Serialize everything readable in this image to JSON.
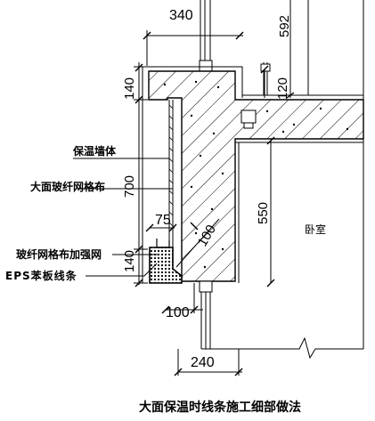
{
  "title": "大面保温时线条施工细部做法",
  "room_label": "卧室",
  "callouts": {
    "insulation_wall": "保温墙体",
    "fiberglass_mesh": "大面玻纤网格布",
    "mesh_reinforcement": "玻纤网格布加强网",
    "eps_trim": "EPS苯板线条"
  },
  "dimensions": {
    "d340": "340",
    "d592": "592",
    "d140_top": "140",
    "d120": "120",
    "d700": "700",
    "d550": "550",
    "d75": "75",
    "d100_diag": "100",
    "d140_bottom": "140",
    "d100_bottom": "100",
    "d240": "240"
  }
}
